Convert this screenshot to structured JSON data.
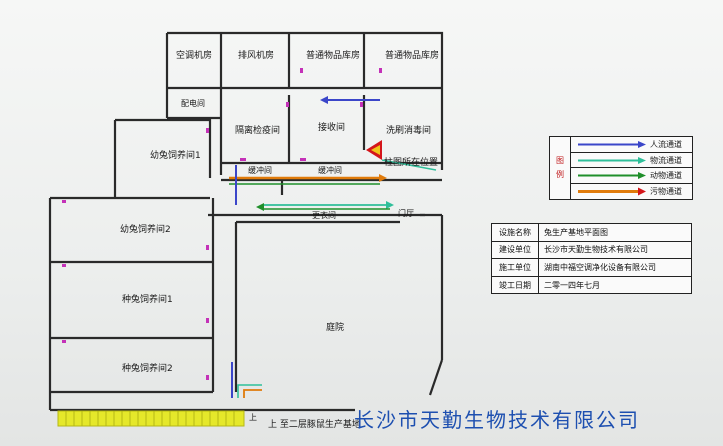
{
  "rooms": {
    "aircon": "空调机房",
    "exhaust": "排风机房",
    "storage1": "普通物品库房",
    "storage2": "普通物品库房",
    "electric": "配电间",
    "quarantine": "隔离检疫间",
    "receiving": "接收间",
    "washing": "洗刷消毒间",
    "cage_current": "柱图所在位置",
    "buffer1": "缓冲间",
    "buffer2": "缓冲间",
    "young1": "幼兔饲养间1",
    "young2": "幼兔饲养间2",
    "breed1": "种兔饲养间1",
    "breed2": "种兔饲养间2",
    "changing": "更衣间",
    "hall": "门厅",
    "courtyard": "庭院"
  },
  "legend": {
    "title_chars": [
      "图",
      "例"
    ],
    "items": [
      {
        "label": "人流通道",
        "color": "#3b46c9"
      },
      {
        "label": "物流通道",
        "color": "#2fbf9a"
      },
      {
        "label": "动物通道",
        "color": "#1f8f2a"
      },
      {
        "label": "污物通道",
        "color": "#e07b0b"
      }
    ]
  },
  "info": {
    "rows": [
      {
        "key": "设施名称",
        "value": "兔生产基地平面图"
      },
      {
        "key": "建设单位",
        "value": "长沙市天勤生物技术有限公司"
      },
      {
        "key": "施工单位",
        "value": "湖南中福空调净化设备有限公司"
      },
      {
        "key": "竣工日期",
        "value": "二零一四年七月"
      }
    ]
  },
  "stairs_note": "上 至二层豚鼠生产基地",
  "stairs_up": "上",
  "company_name": "长沙市天勤生物技术有限公司",
  "colors": {
    "wall": "#2a2a2a",
    "door": "#c431b8",
    "people": "#3b46c9",
    "goods": "#2fbf9a",
    "animal": "#1f8f2a",
    "waste": "#e07b0b",
    "stairs": "#e5e82a",
    "marker_red": "#d4151a",
    "company_text": "#1d4fb0"
  }
}
